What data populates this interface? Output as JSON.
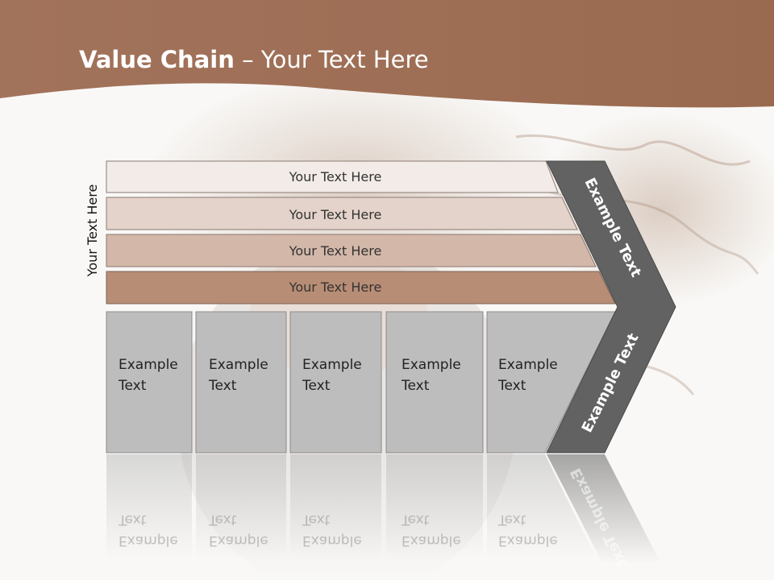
{
  "title": {
    "bold": "Value Chain",
    "rest": " – Your Text Here"
  },
  "side_label": "Your Text Here",
  "bands": [
    {
      "label": "Your Text Here",
      "color": "#f2ebe7"
    },
    {
      "label": "Your Text Here",
      "color": "#e4d3ca"
    },
    {
      "label": "Your Text Here",
      "color": "#d3b7a8"
    },
    {
      "label": "Your Text Here",
      "color": "#b88d75"
    }
  ],
  "cells": [
    {
      "line1": "Example",
      "line2": "Text"
    },
    {
      "line1": "Example",
      "line2": "Text"
    },
    {
      "line1": "Example",
      "line2": "Text"
    },
    {
      "line1": "Example",
      "line2": "Text"
    },
    {
      "line1": "Example",
      "line2": "Text"
    }
  ],
  "chevron": {
    "upper": "Example Text",
    "lower": "Example Text",
    "color": "#626262"
  },
  "colors": {
    "header": "#9c6b52",
    "cell": "#bdbdbd"
  }
}
